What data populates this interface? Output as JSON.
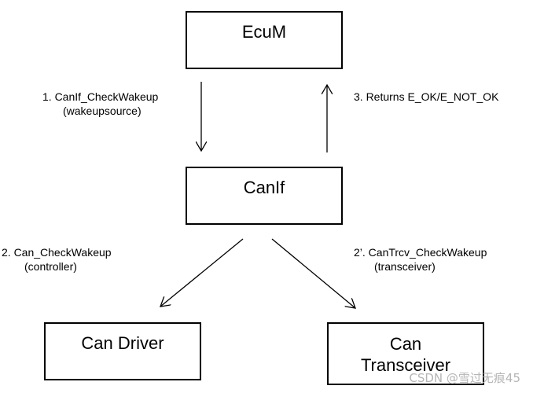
{
  "nodes": {
    "ecum": "EcuM",
    "canif": "CanIf",
    "can_driver": "Can Driver",
    "can_transceiver_line1": "Can",
    "can_transceiver_line2": "Transceiver"
  },
  "edges": {
    "check_wakeup": {
      "line1": "1. CanIf_CheckWakeup",
      "line2": "(wakeupsource)"
    },
    "returns": {
      "line1": "3. Returns E_OK/E_NOT_OK"
    },
    "can_check_wakeup": {
      "line1": "2. Can_CheckWakeup",
      "line2": "(controller)"
    },
    "cantrcv_check_wakeup": {
      "line1": "2’. CanTrcv_CheckWakeup",
      "line2": "(transceiver)"
    }
  },
  "watermark": "CSDN @雪过无痕45"
}
